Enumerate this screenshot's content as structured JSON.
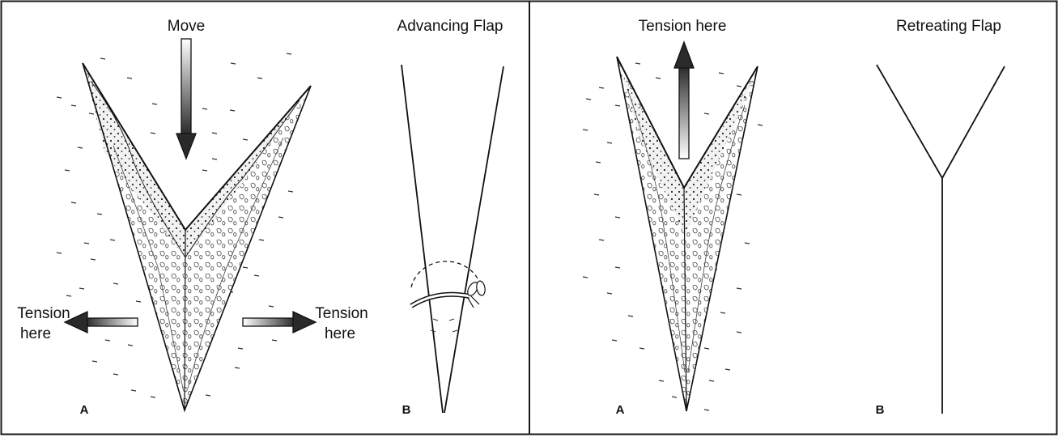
{
  "panel_left": {
    "move_label": "Move",
    "tension_left_line1": "Tension",
    "tension_left_line2": "here",
    "tension_right_line1": "Tension",
    "tension_right_line2": "here",
    "figure_a_letter": "A",
    "figure_b_letter": "B",
    "figure_b_title": "Advancing Flap"
  },
  "panel_right": {
    "tension_label": "Tension here",
    "figure_a_letter": "A",
    "figure_b_letter": "B",
    "figure_b_title": "Retreating Flap"
  },
  "colors": {
    "frame": "#1a1a1a",
    "line": "#111111",
    "arrow_dark": "#333333",
    "arrow_light": "#ffffff"
  }
}
